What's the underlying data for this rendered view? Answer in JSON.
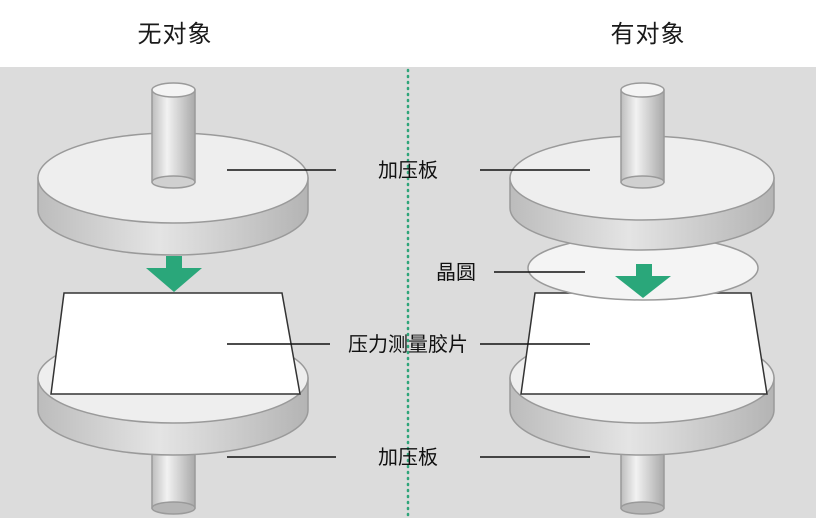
{
  "headings": {
    "left": "无对象",
    "right": "有对象"
  },
  "labels": {
    "top_plate": "加压板",
    "wafer": "晶圆",
    "film": "压力测量胶片",
    "bottom_plate": "加压板"
  },
  "colors": {
    "panel_bg": "#dcdcdc",
    "plate_face": "#eeeeee",
    "plate_edge": "#c8c8c8",
    "plate_stroke": "#9a9a9a",
    "arrow": "#2aa77a",
    "divider": "#2fa57a",
    "film": "#ffffff"
  }
}
